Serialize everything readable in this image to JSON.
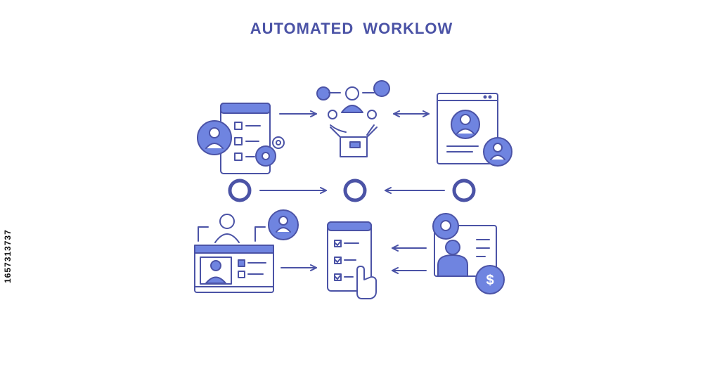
{
  "title": "AUTOMATED  WORKLOW",
  "stock_id": "1657313737",
  "colors": {
    "stroke": "#4b53a6",
    "fill": "#6f84e0",
    "title": "#4b53a6",
    "background": "#ffffff"
  },
  "nodes": [
    {
      "id": "questionnaire-gears",
      "icon": "form-profile-gears-icon"
    },
    {
      "id": "team-box",
      "icon": "team-box-chat-icon"
    },
    {
      "id": "profile-window",
      "icon": "profile-window-icon"
    },
    {
      "id": "video-call",
      "icon": "video-call-screen-icon"
    },
    {
      "id": "checklist-phone",
      "icon": "phone-checklist-hand-icon"
    },
    {
      "id": "presentation-payment",
      "icon": "presentation-dollar-icon"
    }
  ],
  "hubs": [
    "left-hub",
    "center-hub",
    "right-hub"
  ],
  "arrows": [
    {
      "from": "questionnaire-gears",
      "to": "team-box",
      "style": "single"
    },
    {
      "from": "team-box",
      "to": "profile-window",
      "style": "double"
    },
    {
      "from": "left-hub",
      "to": "center-hub",
      "style": "single"
    },
    {
      "from": "right-hub",
      "to": "center-hub",
      "style": "single"
    },
    {
      "from": "video-call",
      "to": "checklist-phone",
      "style": "single"
    },
    {
      "from": "presentation-payment",
      "to": "checklist-phone",
      "style": "single"
    },
    {
      "from": "presentation-payment",
      "to": "checklist-phone",
      "style": "single"
    }
  ]
}
